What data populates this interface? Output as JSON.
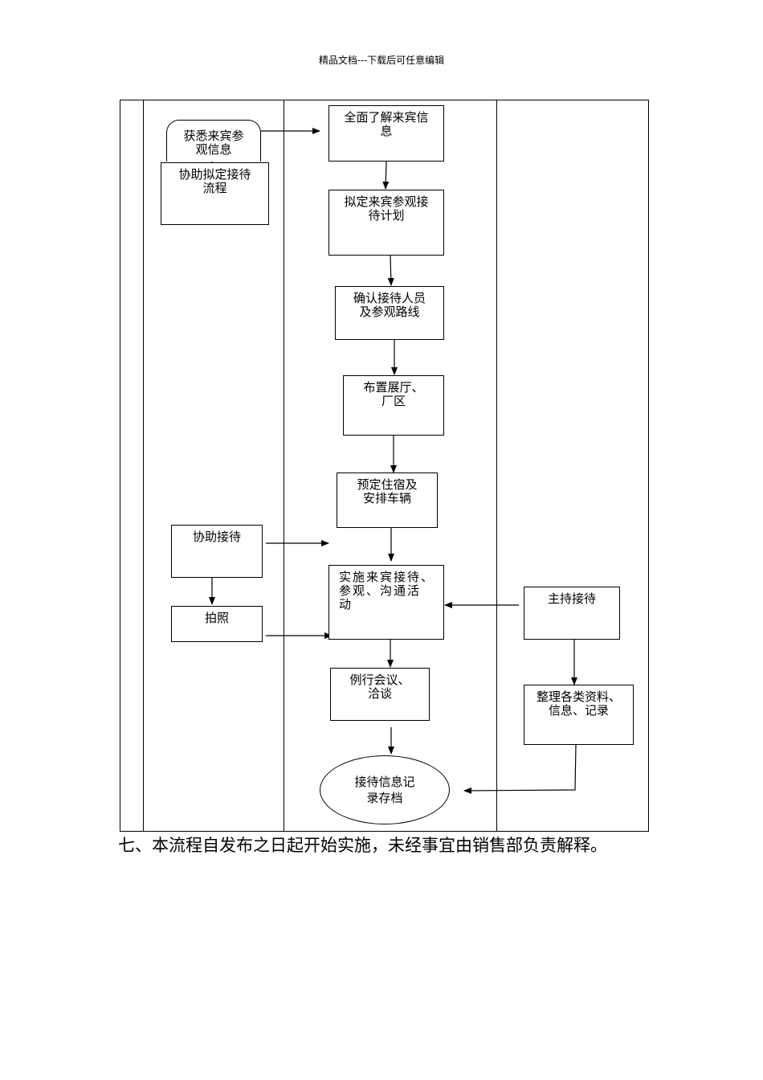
{
  "header": {
    "text": "精品文档---下载后可任意编辑"
  },
  "diagram": {
    "nodes": {
      "obtain_info": "获悉来宾参\n观信息",
      "assist_plan": "协助拟定接待\n流程",
      "understand_info": "全面了解来宾信\n息",
      "draft_plan": "拟定来宾参观接\n待计划",
      "confirm_staff": "确认接待人员\n及参观路线",
      "arrange_hall": "布置展厅、\n厂区",
      "book_lodging": "预定住宿及\n安排车辆",
      "assist_reception": "协助接待",
      "photo": "拍照",
      "implement": "实施来宾接待、\n参观、沟通活\n动",
      "host": "主持接待",
      "meeting": "例行会议、\n洽谈",
      "organize": "整理各类资料、\n信息、记录",
      "archive": "接待信息记\n录存档"
    }
  },
  "footer": {
    "text": "七、本流程自发布之日起开始实施，未经事宜由销售部负责解释。"
  }
}
